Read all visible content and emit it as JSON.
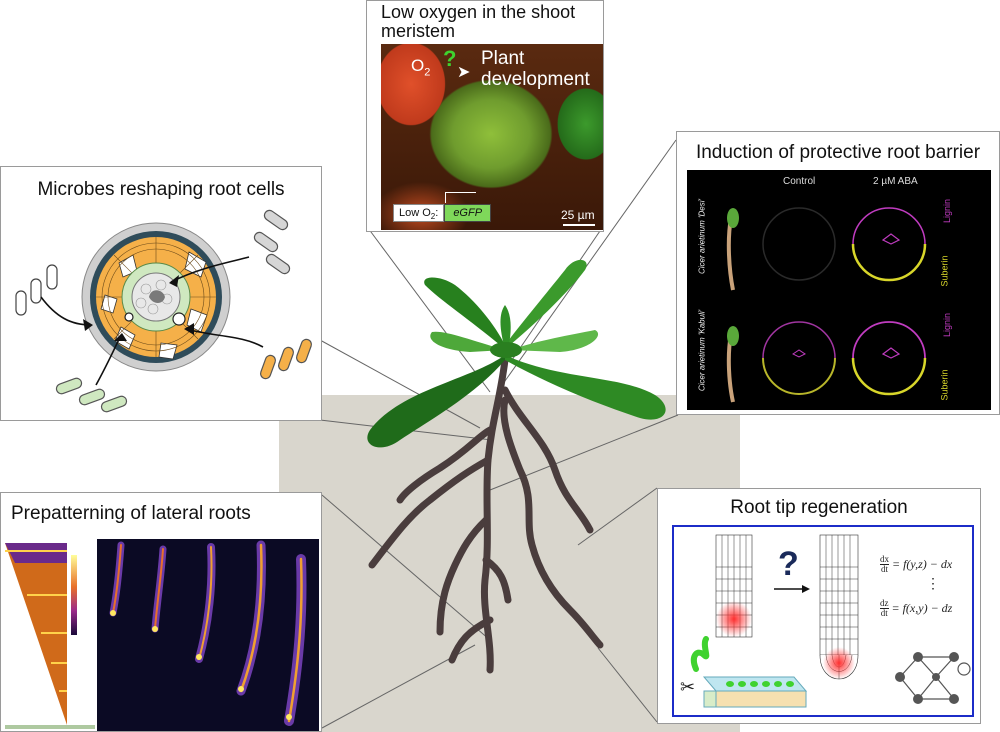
{
  "panels": {
    "meristem": {
      "title_line1": "Low oxygen in the shoot",
      "title_line2": "meristem",
      "o2": "O",
      "o2_sub": "2",
      "question": "?",
      "plant_dev_line1": "Plant",
      "plant_dev_line2": "development",
      "reporter_label": "Low O",
      "reporter_sub": "2",
      "reporter_colon": ":",
      "reporter_gene": "eGFP",
      "scale_bar": "25 µm"
    },
    "microbes": {
      "title": "Microbes reshaping root cells"
    },
    "barrier": {
      "title": "Induction of protective root barrier",
      "col_control": "Control",
      "col_aba": "2 µM ABA",
      "row1_species": "Cicer arietinum 'Desi'",
      "row2_species": "Cicer arietinum 'Kabuli'",
      "lignin": "Lignin",
      "suberin": "Suberin"
    },
    "lateral": {
      "title": "Prepatterning of lateral roots"
    },
    "regeneration": {
      "title": "Root tip regeneration",
      "question": "?",
      "eq1_lhs_num": "dx",
      "eq1_lhs_den": "dt",
      "eq1_rhs": "= f(y,z) − dx",
      "eq_dots": "⋮",
      "eq2_lhs_num": "dz",
      "eq2_lhs_den": "dt",
      "eq2_rhs": "= f(x,y) − dz"
    }
  },
  "colors": {
    "soil": "#d9d6cd",
    "root": "#4a3d3d",
    "leaf_dark": "#1f6b1a",
    "leaf_light": "#5fb84a",
    "cortex_orange": "#f5b049",
    "endodermis_green": "#cfe8c0",
    "lignin": "#c03cc0",
    "suberin": "#d8d62a",
    "gfp_green": "#3fd22f",
    "border_blue": "#1c2cc8"
  }
}
